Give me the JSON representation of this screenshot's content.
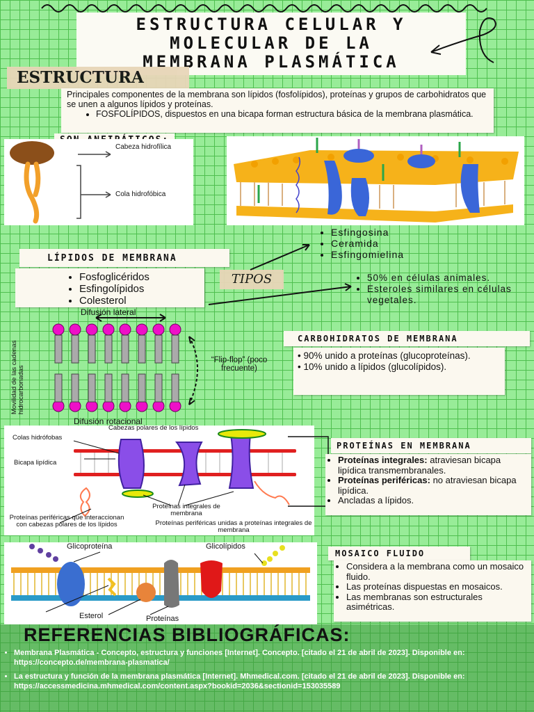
{
  "title": {
    "line1": "ESTRUCTURA CELULAR Y",
    "line2": "MOLECULAR DE LA",
    "line3": "MEMBRANA PLASMÁTICA"
  },
  "estructura": {
    "tag": "ESTRUCTURA",
    "intro": "Principales componentes de la membrana son lípidos (fosfolípidos), proteínas y grupos de carbohidratos que se unen a algunos lípidos y proteínas.",
    "bullet": "FOSFOLÍPIDOS, dispuestos en una bicapa forman estructura básica de la membrana plasmática."
  },
  "anfipaticos": {
    "label": "SON ANFIPÁTICOS:",
    "head": "Cabeza hidrofílica",
    "tail": "Cola hidrofóbica"
  },
  "lipidos": {
    "label": "LÍPIDOS DE MEMBRANA",
    "items": [
      "Fosfoglicéridos",
      "Esfingolípidos",
      "Colesterol"
    ],
    "tipos": "TIPOS"
  },
  "esfingo": {
    "items": [
      "Esfingosina",
      "Ceramida",
      "Esfingomielina"
    ]
  },
  "colesterol": {
    "items": [
      "50% en células animales.",
      "Esteroles similares en células vegetales."
    ]
  },
  "difusion": {
    "lateral": "Difusión lateral",
    "rotacional": "Difusión rotacional",
    "flipflop": "“Flip-flop” (poco frecuente)",
    "movilidad": "Movilidad de las cadenas hidrocarbonadas"
  },
  "carbohidratos": {
    "label": "CARBOHIDRATOS DE MEMBRANA",
    "items": [
      "90% unido a proteínas (glucoproteínas).",
      "10% unido a lípidos (glucolípidos)."
    ]
  },
  "proteinas_fig": {
    "cabezas": "Cabezas polares de los lípidos",
    "colas": "Colas hidrófobas",
    "bicapa": "Bicapa lipídica",
    "integrales": "Proteínas integrales de membrana",
    "perif_cabezas": "Proteínas periféricas que interaccionan con cabezas polares de los lípidos",
    "perif_unidas": "Proteínas periféricas unidas a proteínas integrales de membrana"
  },
  "proteinas": {
    "label": "PROTEÍNAS EN MEMBRANA",
    "int_b": "Proteínas integrales:",
    "int_t": "atraviesan bicapa lipídica transmembranales.",
    "per_b": "Proteínas periféricas:",
    "per_t": "no atraviesan bicapa lipídica.",
    "anc": "Ancladas a lípidos."
  },
  "mosaico_fig": {
    "gluco": "Glicoproteína",
    "glicolip": "Glicolípidos",
    "esterol": "Esterol",
    "prot": "Proteínas"
  },
  "mosaico": {
    "label": "MOSAICO FLUIDO",
    "items": [
      "Considera a la membrana como un mosaico fluido.",
      "Las proteínas dispuestas en mosaicos.",
      "Las membranas son estructurales asimétricas."
    ]
  },
  "refs": {
    "heading": "REFERENCIAS BIBLIOGRÁFICAS:",
    "items": [
      "Membrana Plasmática - Concepto, estructura y funciones [Internet]. Concepto. [citado el 21 de abril de 2023]. Disponible en: https://concepto.de/membrana-plasmatica/",
      "La estructura y función de la membrana plasmática [Internet]. Mhmedical.com. [citado el 21 de abril de 2023]. Disponible en: https://accessmedicina.mhmedical.com/content.aspx?bookid=2036&sectionid=153035589"
    ]
  }
}
